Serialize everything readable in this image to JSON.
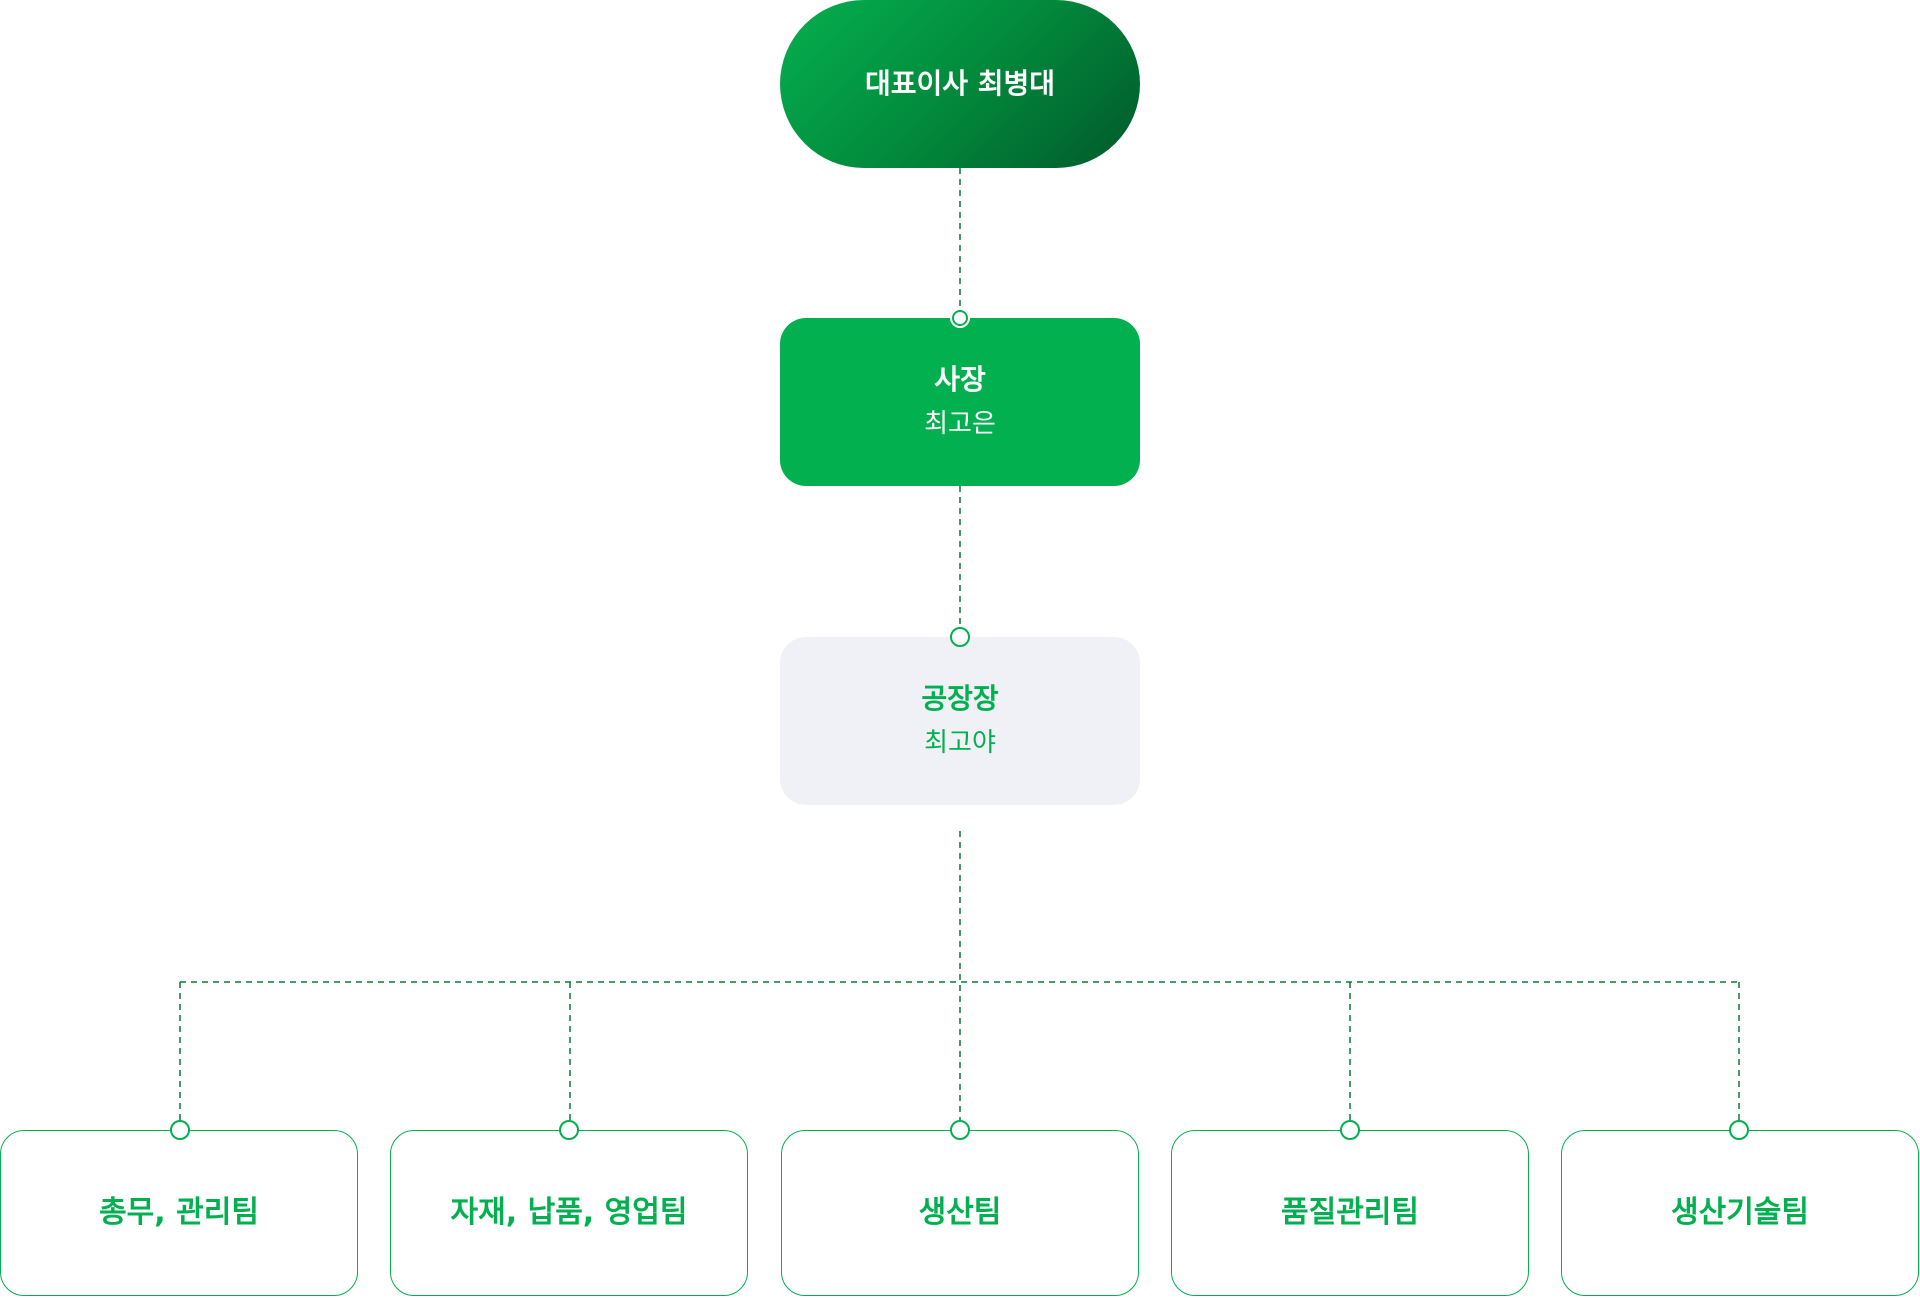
{
  "ceo": {
    "title": "대표이사 최병대"
  },
  "president": {
    "role": "사장",
    "name": "최고은"
  },
  "plant_manager": {
    "role": "공장장",
    "name": "최고야"
  },
  "teams": [
    {
      "label": "총무, 관리팀"
    },
    {
      "label": "자재, 납품, 영업팀"
    },
    {
      "label": "생산팀"
    },
    {
      "label": "품질관리팀"
    },
    {
      "label": "생산기술팀"
    }
  ],
  "colors": {
    "accent": "#02b050",
    "line": "#0a7a3a",
    "panel": "#eff1f6"
  }
}
